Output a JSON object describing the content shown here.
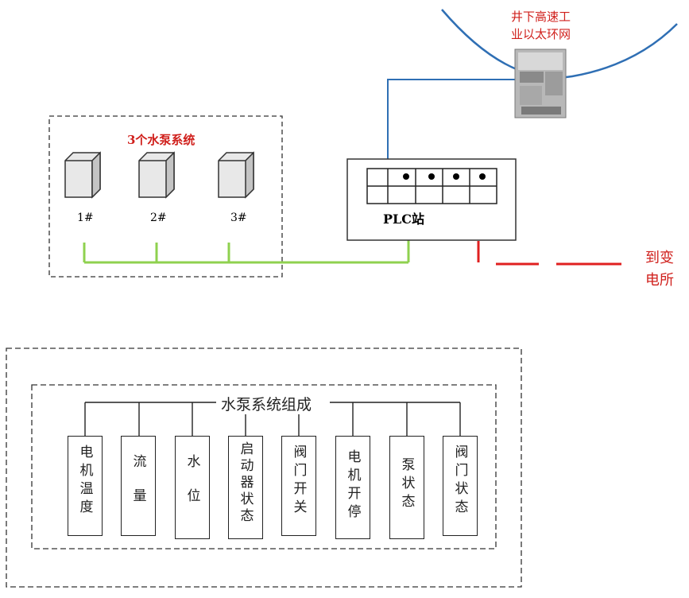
{
  "network": {
    "title_line1": "井下高速工",
    "title_line2": "业以太环网",
    "color_ring": "#2f6fb4"
  },
  "pumps": {
    "group_title": "3个水泵系统",
    "items": [
      "1#",
      "2#",
      "3#"
    ],
    "bus_color": "#8fd14f"
  },
  "plc": {
    "label": "PLC站",
    "indicator_count": 4
  },
  "substation": {
    "line1": "到变",
    "line2": "电所",
    "line_color": "#e02020"
  },
  "composition": {
    "title": "水泵系统组成",
    "items": [
      "电机温度",
      "流量",
      "水位",
      "启动器状态",
      "阀门开关",
      "电机开停",
      "泵状态",
      "阀门状态"
    ]
  }
}
